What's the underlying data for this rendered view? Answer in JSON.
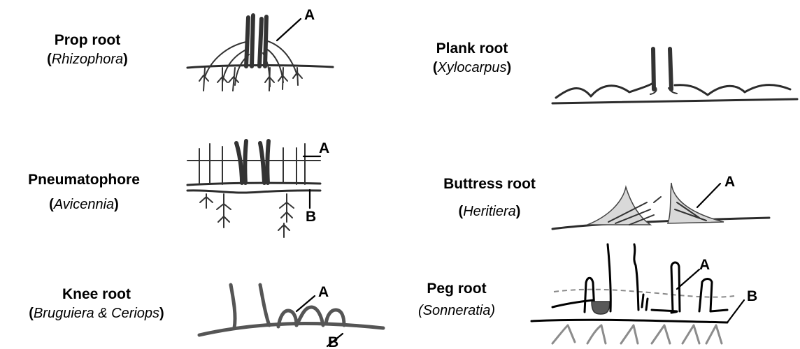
{
  "roots": [
    {
      "name": "Prop root",
      "open": "(",
      "genus": "Rhizophora",
      "close": ")"
    },
    {
      "name": "Pneumatophore",
      "open": "(",
      "genus": "Avicennia",
      "close": ")"
    },
    {
      "name": "Knee root",
      "open": "(",
      "genus": "Bruguiera & Ceriops",
      "close": ")"
    },
    {
      "name": "Plank root",
      "open": "(",
      "genus": "Xylocarpus",
      "close": ")"
    },
    {
      "name": "Buttress root",
      "open": "(",
      "genus": "Heritiera",
      "close": ")"
    },
    {
      "name": "Peg root",
      "open": "(",
      "genus": "Sonneratia",
      "close": ")"
    }
  ],
  "markers": {
    "a": "A",
    "b": "B"
  }
}
